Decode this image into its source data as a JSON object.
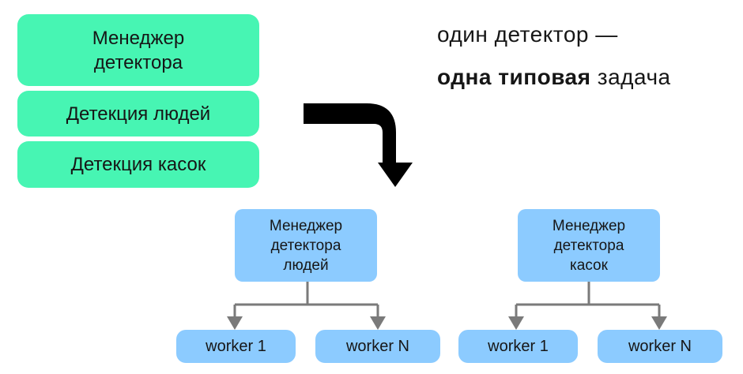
{
  "stack": {
    "manager_lines": [
      "Менеджер",
      "детектора"
    ],
    "people_detection": "Детекция людей",
    "helmet_detection": "Детекция касок"
  },
  "caption": {
    "line1": "один детектор —",
    "line2_bold": "одна типовая",
    "line2_rest": " задача"
  },
  "tree_people": {
    "manager_lines": [
      "Менеджер",
      "детектора",
      "людей"
    ],
    "worker_first": "worker 1",
    "worker_last": "worker N"
  },
  "tree_helmets": {
    "manager_lines": [
      "Менеджер",
      "детектора",
      "касок"
    ],
    "worker_first": "worker 1",
    "worker_last": "worker N"
  },
  "colors": {
    "green_box": "#47f5b3",
    "blue_box": "#8ccbff",
    "connector": "#7a7a7a",
    "big_arrow": "#000000"
  }
}
